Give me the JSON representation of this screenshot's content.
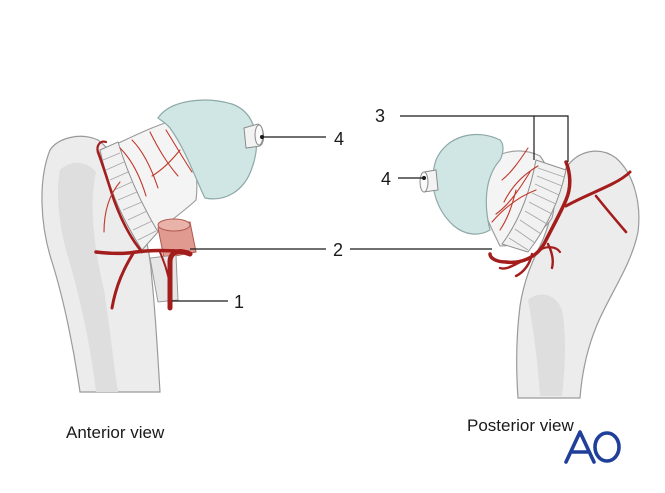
{
  "labels": {
    "one": "1",
    "two": "2",
    "three": "3",
    "four_left": "4",
    "four_right": "4"
  },
  "captions": {
    "anterior": "Anterior view",
    "posterior": "Posterior view"
  },
  "logo": {
    "text": "AO",
    "color": "#1f3f9a"
  },
  "colors": {
    "artery": "#a31d1d",
    "cartilage": "#cfe6e4",
    "bone": "#ececec"
  }
}
